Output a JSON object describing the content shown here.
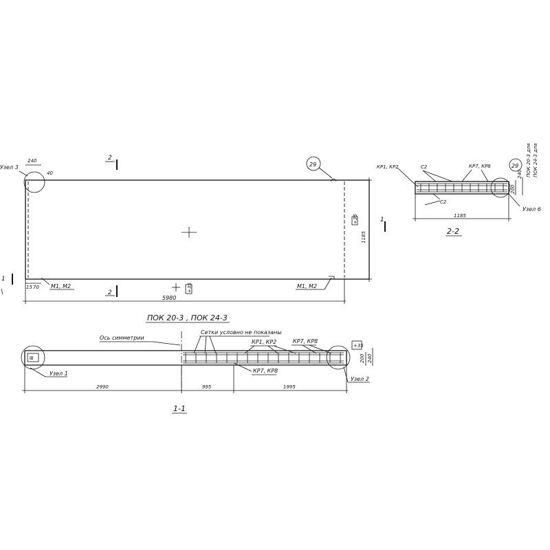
{
  "plan": {
    "node3": "Узел 3",
    "dim_240": "240",
    "dim_40": "40",
    "cut_mark_top": "2",
    "cut_mark_bottom": "2",
    "callout": "29",
    "length": "5980",
    "width": "1185",
    "left_mark": "1",
    "right_mark": "1",
    "dim_15": "15",
    "dim_70": "70",
    "m_left": "М1, М2",
    "m_right": "М1, М2",
    "box_right": "+35",
    "box_bottom": "+35"
  },
  "title": "ПОК 20-3 , ПОК 24-3",
  "section11": {
    "axis_label": "Ось симметрии",
    "note": "Сетки условно не показаны",
    "kp12": "КР1, КР2",
    "kp78_top": "КР7, КР8",
    "kp78_bottom": "КР7, КР8",
    "node1": "Узел 1",
    "node2": "Узел 2",
    "dim_200": "200",
    "dim_240": "240",
    "dim_2990": "2990",
    "dim_995": "995",
    "dim_1995": "1995",
    "box": "+35",
    "label": "1-1"
  },
  "section22": {
    "kp12": "КР1, КР2",
    "c2_top": "С2",
    "c2_bottom": "С2",
    "kp78": "КР7, КР8",
    "callout": "29",
    "width": "1185",
    "dim_200": "200",
    "dim_240": "240",
    "node6": "Узел 6",
    "side_note_1": "ПОК 20-3 для",
    "side_note_2": "ПОК 24-3 для",
    "label": "2-2"
  }
}
